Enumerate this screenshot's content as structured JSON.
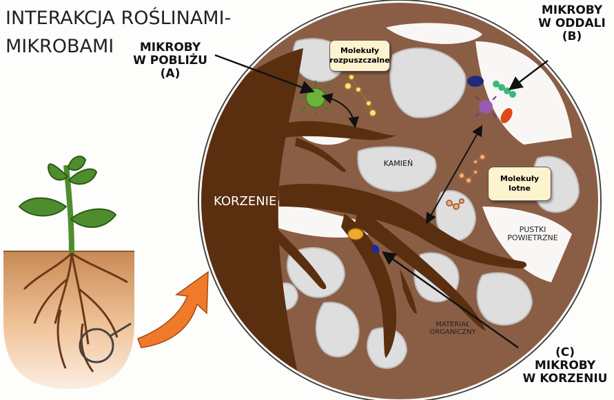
{
  "title": {
    "line1": "INTERAKCJA ROŚLINAMI-",
    "line2": "MIKROBAMI"
  },
  "label_a": {
    "line1": "MIKROBY",
    "line2": "W POBLIŻU",
    "line3": "(A)"
  },
  "label_b": {
    "line1": "MIKROBY",
    "line2": "W ODDALI",
    "line3": "(B)"
  },
  "label_c": {
    "line1": "(C)",
    "line2": "MIKROBY",
    "line3": "W KORZENIU"
  },
  "box_soluble": {
    "line1": "Molekuły",
    "line2": "rozpuszczalne"
  },
  "box_volatile": {
    "line1": "Molekuły",
    "line2": "lotne"
  },
  "label_roots": "KORZENIE",
  "label_stone": "KAMIEŃ",
  "label_air": {
    "line1": "PUSTKI",
    "line2": "POWIETRZNE"
  },
  "label_organic": {
    "line1": "MATERIAŁ",
    "line2": "ORGANICZNY"
  },
  "colors": {
    "soil": "#8a5e45",
    "root": "#5a2f10",
    "stone": "#dcdcdc",
    "arrow": "#f07a2a",
    "leaf": "#4e8d2e"
  },
  "icons": [
    "plant-icon",
    "magnifier-icon",
    "bacteria-icon",
    "molecule-icon",
    "big-arrow-icon"
  ]
}
